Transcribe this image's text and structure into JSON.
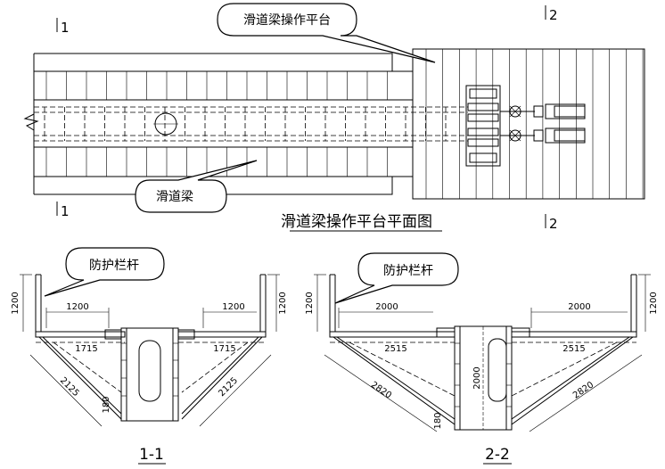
{
  "plan": {
    "callout_platform": "滑道梁操作平台",
    "callout_beam": "滑道梁",
    "title": "滑道梁操作平台平面图",
    "section_mark_1_top": "1",
    "section_mark_1_bottom": "1",
    "section_mark_2_top": "2",
    "section_mark_2_bottom": "2"
  },
  "section_1": {
    "callout": "防护栏杆",
    "label": "1-1",
    "dim_rail_height_left": "1200",
    "dim_rail_height_right": "1200",
    "dim_top_left": "1200",
    "dim_top_right": "1200",
    "dim_platform_left": "1715",
    "dim_platform_right": "1715",
    "dim_brace_left": "2125",
    "dim_brace_right": "2125",
    "dim_small": "180"
  },
  "section_2": {
    "callout": "防护栏杆",
    "label": "2-2",
    "dim_rail_height_left": "1200",
    "dim_rail_height_right": "1200",
    "dim_top_left": "2000",
    "dim_top_right": "2000",
    "dim_platform_left": "2515",
    "dim_platform_right": "2515",
    "dim_brace_left": "2820",
    "dim_brace_right": "2820",
    "dim_beam_height": "2000",
    "dim_small": "180"
  }
}
